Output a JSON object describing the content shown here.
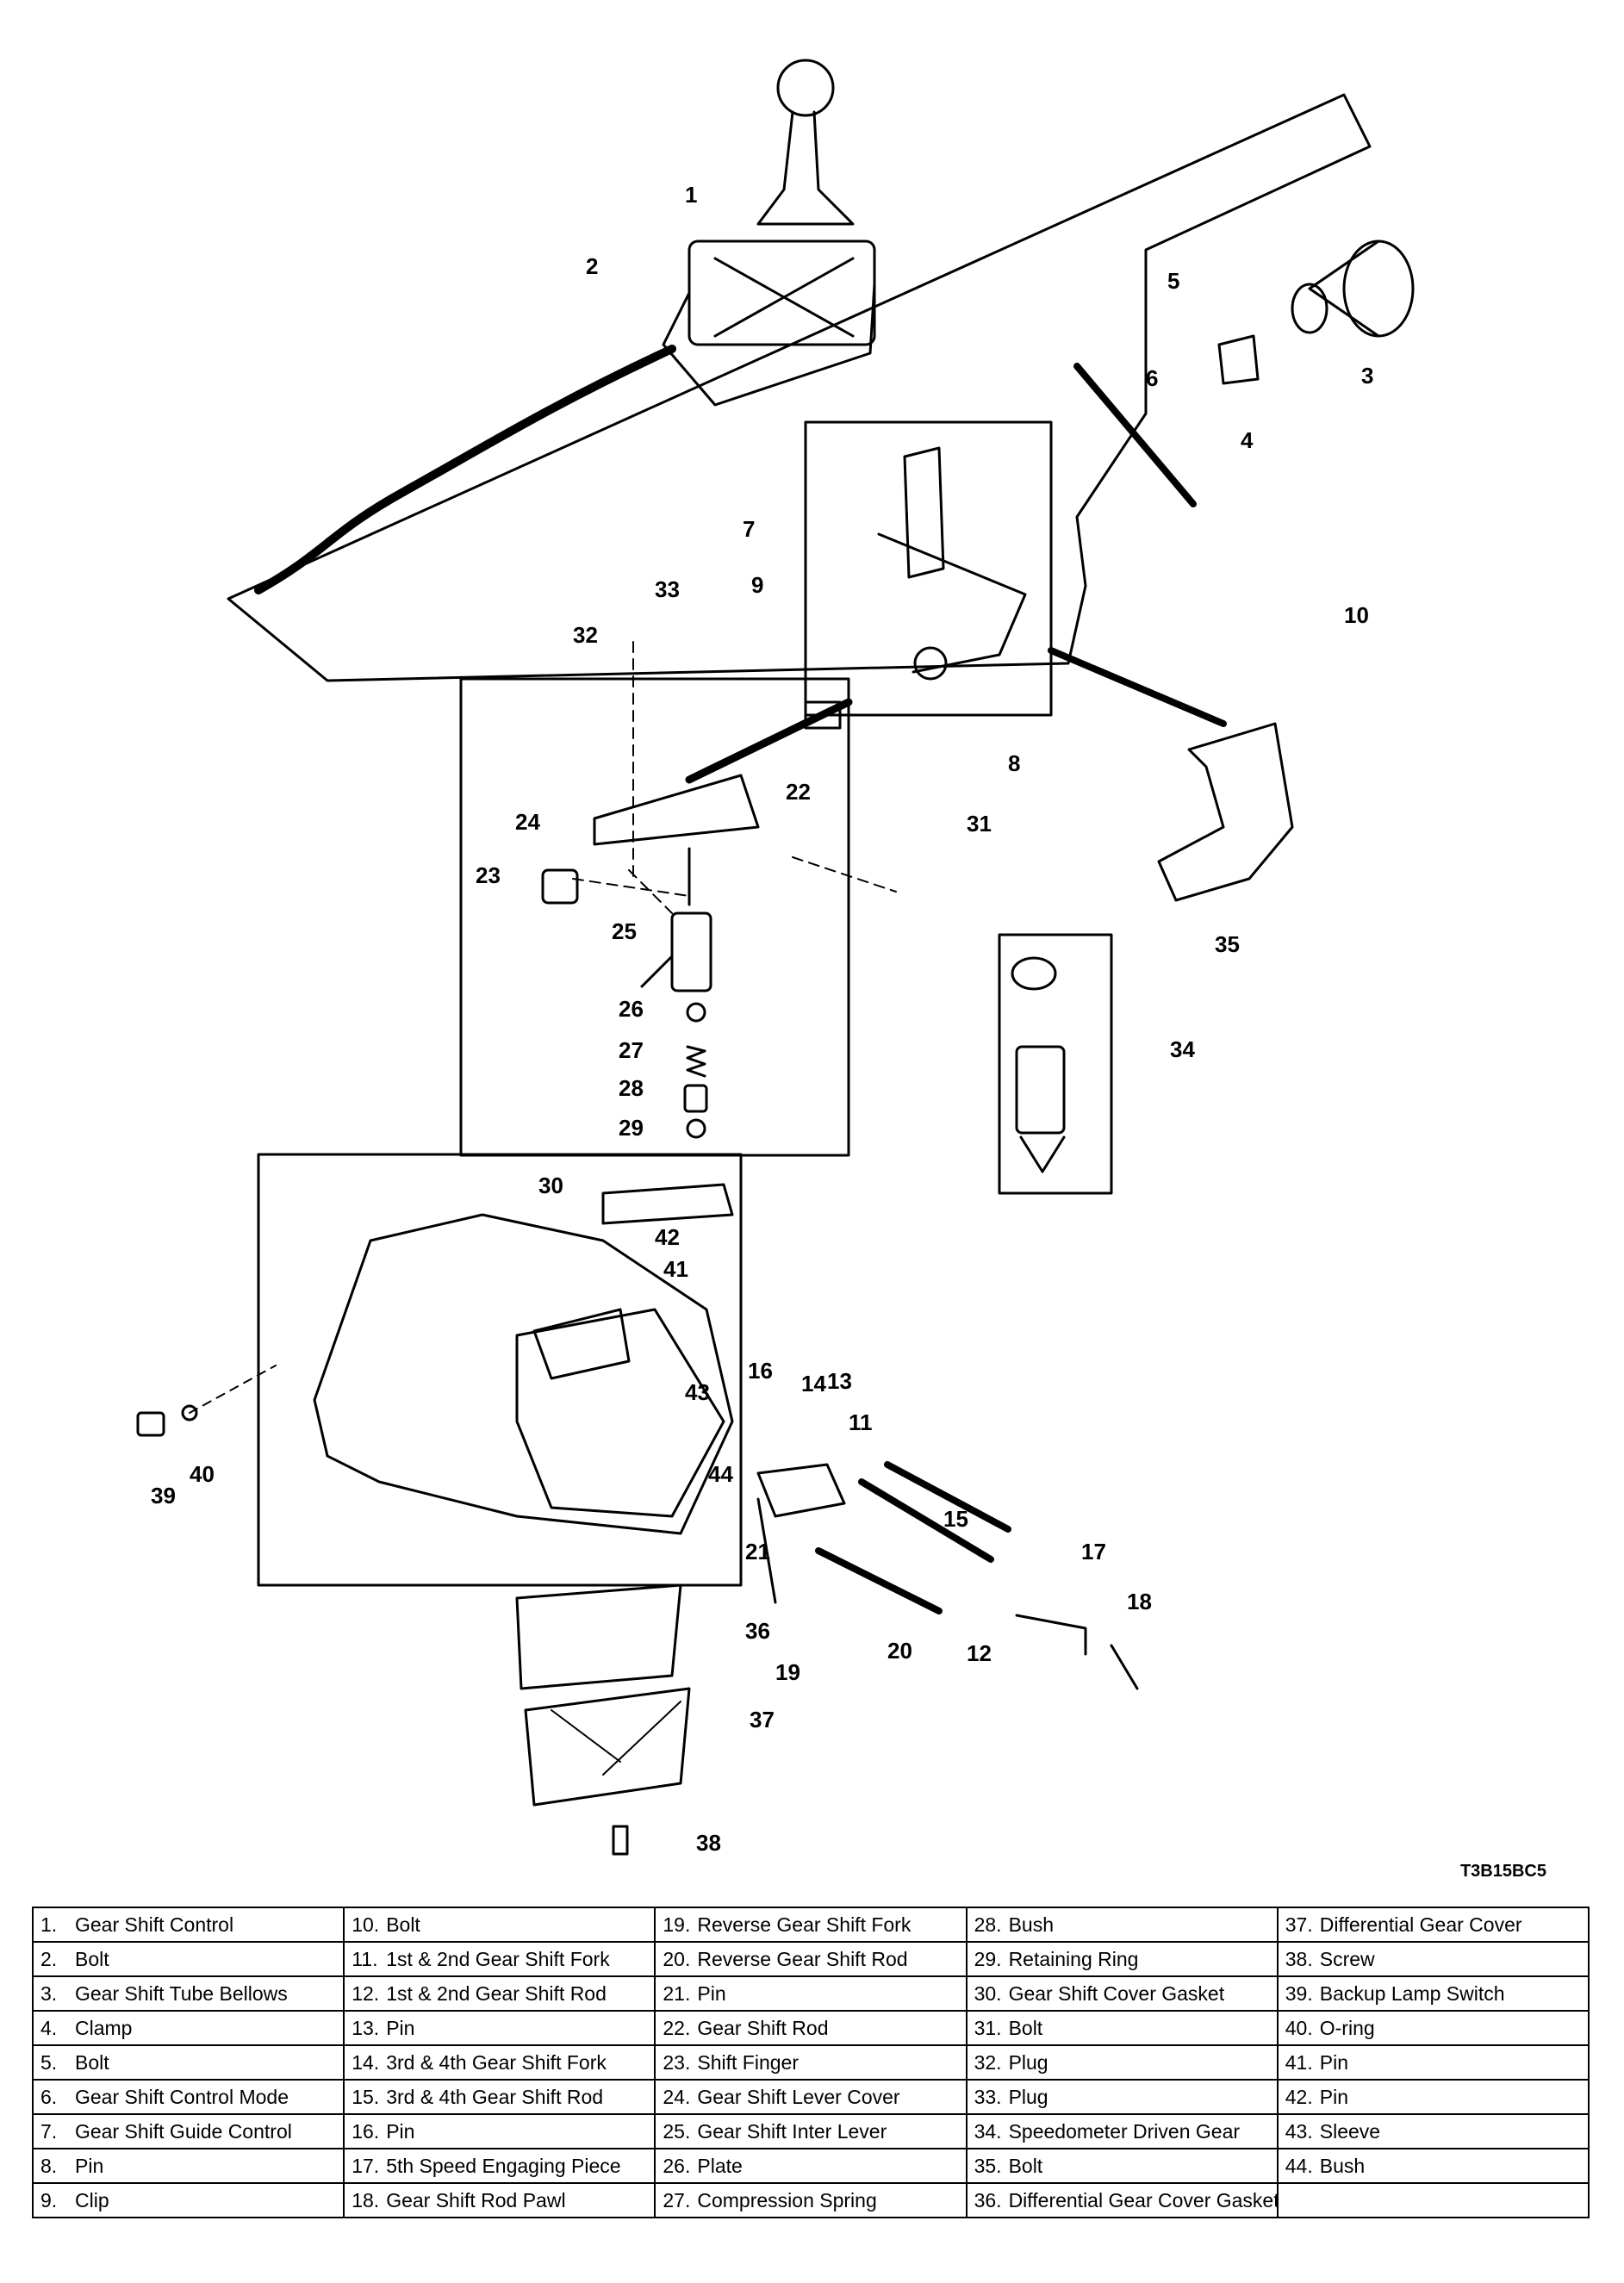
{
  "diagram_code": "T3B15BC5",
  "callouts": [
    "1",
    "2",
    "3",
    "4",
    "5",
    "6",
    "7",
    "8",
    "9",
    "10",
    "11",
    "12",
    "13",
    "14",
    "15",
    "16",
    "17",
    "18",
    "19",
    "20",
    "21",
    "22",
    "23",
    "24",
    "25",
    "26",
    "27",
    "28",
    "29",
    "30",
    "31",
    "32",
    "33",
    "34",
    "35",
    "36",
    "37",
    "38",
    "39",
    "40",
    "41",
    "42",
    "43",
    "44"
  ],
  "legend": [
    [
      {
        "n": "1.",
        "t": "Gear Shift Control"
      },
      {
        "n": "10.",
        "t": "Bolt"
      },
      {
        "n": "19.",
        "t": "Reverse Gear Shift Fork"
      },
      {
        "n": "28.",
        "t": "Bush"
      },
      {
        "n": "37.",
        "t": "Differential Gear Cover"
      }
    ],
    [
      {
        "n": "2.",
        "t": "Bolt"
      },
      {
        "n": "11.",
        "t": "1st & 2nd Gear Shift Fork"
      },
      {
        "n": "20.",
        "t": "Reverse Gear Shift Rod"
      },
      {
        "n": "29.",
        "t": "Retaining Ring"
      },
      {
        "n": "38.",
        "t": "Screw"
      }
    ],
    [
      {
        "n": "3.",
        "t": "Gear Shift Tube Bellows"
      },
      {
        "n": "12.",
        "t": "1st & 2nd Gear Shift Rod"
      },
      {
        "n": "21.",
        "t": "Pin"
      },
      {
        "n": "30.",
        "t": "Gear Shift Cover Gasket"
      },
      {
        "n": "39.",
        "t": "Backup Lamp Switch"
      }
    ],
    [
      {
        "n": "4.",
        "t": "Clamp"
      },
      {
        "n": "13.",
        "t": "Pin"
      },
      {
        "n": "22.",
        "t": "Gear Shift Rod"
      },
      {
        "n": "31.",
        "t": "Bolt"
      },
      {
        "n": "40.",
        "t": "O-ring"
      }
    ],
    [
      {
        "n": "5.",
        "t": "Bolt"
      },
      {
        "n": "14.",
        "t": "3rd & 4th Gear Shift Fork"
      },
      {
        "n": "23.",
        "t": "Shift Finger"
      },
      {
        "n": "32.",
        "t": "Plug"
      },
      {
        "n": "41.",
        "t": "Pin"
      }
    ],
    [
      {
        "n": "6.",
        "t": "Gear Shift Control Mode"
      },
      {
        "n": "15.",
        "t": "3rd & 4th Gear Shift Rod"
      },
      {
        "n": "24.",
        "t": "Gear Shift Lever Cover"
      },
      {
        "n": "33.",
        "t": "Plug"
      },
      {
        "n": "42.",
        "t": "Pin"
      }
    ],
    [
      {
        "n": "7.",
        "t": "Gear Shift Guide Control"
      },
      {
        "n": "16.",
        "t": "Pin"
      },
      {
        "n": "25.",
        "t": "Gear Shift Inter Lever"
      },
      {
        "n": "34.",
        "t": "Speedometer Driven Gear"
      },
      {
        "n": "43.",
        "t": "Sleeve"
      }
    ],
    [
      {
        "n": "8.",
        "t": "Pin"
      },
      {
        "n": "17.",
        "t": "5th Speed Engaging Piece"
      },
      {
        "n": "26.",
        "t": "Plate"
      },
      {
        "n": "35.",
        "t": "Bolt"
      },
      {
        "n": "44.",
        "t": "Bush"
      }
    ],
    [
      {
        "n": "9.",
        "t": "Clip"
      },
      {
        "n": "18.",
        "t": "Gear Shift Rod Pawl"
      },
      {
        "n": "27.",
        "t": "Compression Spring"
      },
      {
        "n": "36.",
        "t": "Differential Gear Cover Gasket"
      },
      {
        "n": "",
        "t": ""
      }
    ]
  ]
}
